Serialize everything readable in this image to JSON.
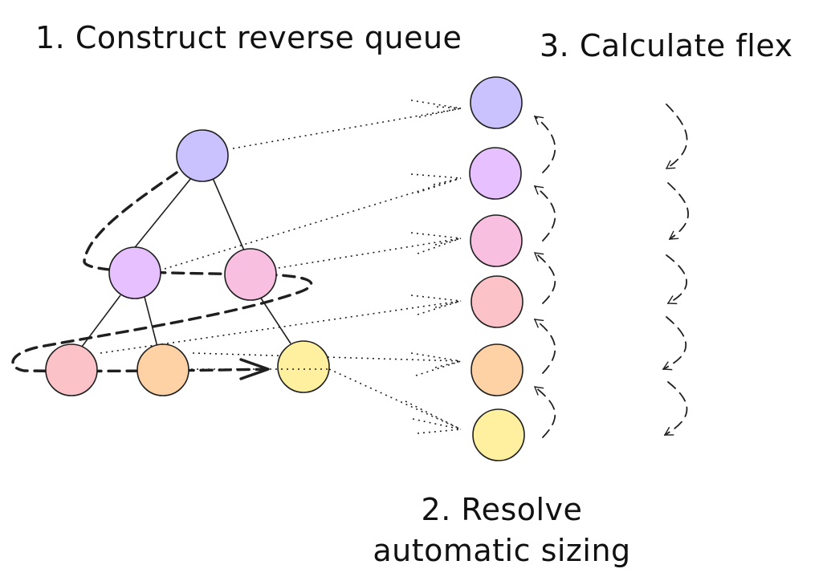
{
  "steps": {
    "step1": "1. Construct reverse queue",
    "step2_line1": "2. Resolve",
    "step2_line2": "automatic sizing",
    "step3": "3. Calculate flex"
  },
  "colors": {
    "node_root": "#c9c2ff",
    "node_level2_left": "#e6c0ff",
    "node_level2_right": "#f8bfe0",
    "node_level3_left": "#fbc3c8",
    "node_level3_mid": "#ffd2a6",
    "node_level3_right": "#fff0a0",
    "stroke": "#1f1f1f"
  },
  "tree": {
    "nodes": [
      {
        "id": "root",
        "color_key": "node_root"
      },
      {
        "id": "l2-left",
        "color_key": "node_level2_left"
      },
      {
        "id": "l2-right",
        "color_key": "node_level2_right"
      },
      {
        "id": "l3-left",
        "color_key": "node_level3_left"
      },
      {
        "id": "l3-mid",
        "color_key": "node_level3_mid"
      },
      {
        "id": "l3-right",
        "color_key": "node_level3_right"
      }
    ]
  },
  "queue": {
    "nodes": [
      {
        "id": "q1",
        "color_key": "node_root"
      },
      {
        "id": "q2",
        "color_key": "node_level2_left"
      },
      {
        "id": "q3",
        "color_key": "node_level2_right"
      },
      {
        "id": "q4",
        "color_key": "node_level3_left"
      },
      {
        "id": "q5",
        "color_key": "node_level3_mid"
      },
      {
        "id": "q6",
        "color_key": "node_level3_right"
      }
    ]
  }
}
